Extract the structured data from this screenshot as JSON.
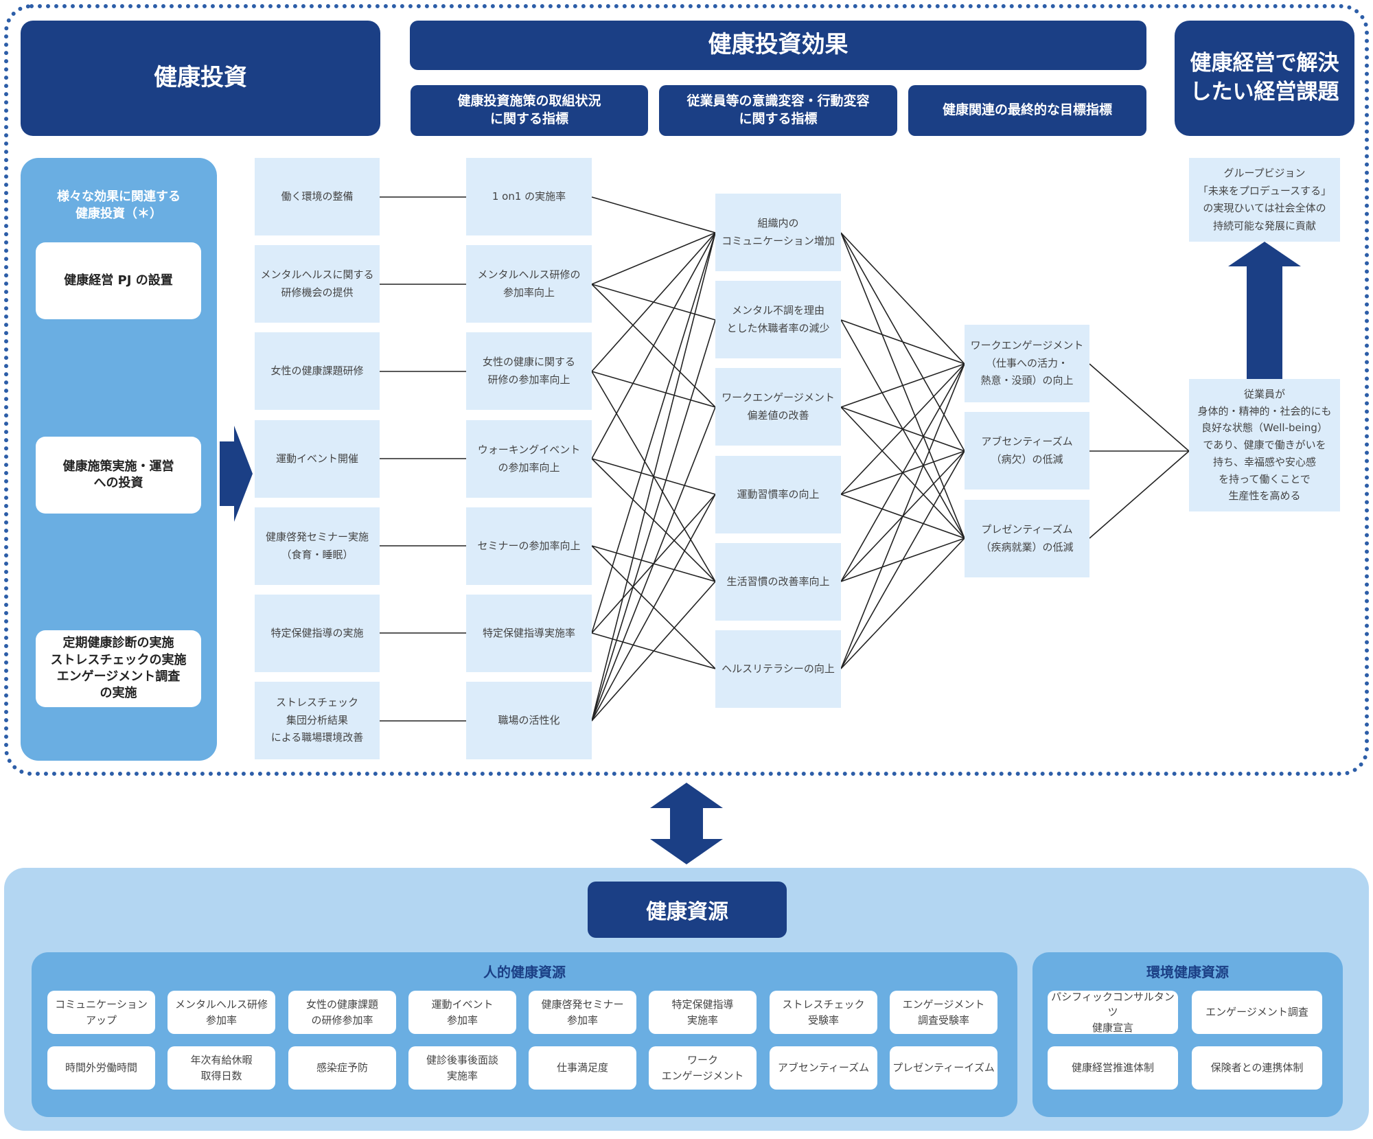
{
  "header": {
    "investment": "健康投資",
    "effect": "健康投資効果",
    "effect_sub": [
      "健康投資施策の取組状況\nに関する指標",
      "従業員等の意識変容・行動変容\nに関する指標",
      "健康関連の最終的な目標指標"
    ],
    "issue": "健康経営で解決\nしたい経営課題"
  },
  "left_panel": {
    "caption": "様々な効果に関連する\n健康投資（＊）",
    "items": [
      "健康経営 PJ の設置",
      "健康施策実施・運営\nへの投資",
      "定期健康診断の実施\nストレスチェックの実施\nエンゲージメント調査\nの実施"
    ]
  },
  "col1": [
    "働く環境の整備",
    "メンタルヘルスに関する\n研修機会の提供",
    "女性の健康課題研修",
    "運動イベント開催",
    "健康啓発セミナー実施\n（食育・睡眠）",
    "特定保健指導の実施",
    "ストレスチェック\n集団分析結果\nによる職場環境改善"
  ],
  "col2": [
    "1 on1 の実施率",
    "メンタルヘルス研修の\n参加率向上",
    "女性の健康に関する\n研修の参加率向上",
    "ウォーキングイベント\nの参加率向上",
    "セミナーの参加率向上",
    "特定保健指導実施率",
    "職場の活性化"
  ],
  "col3": [
    "組織内の\nコミュニケーション増加",
    "メンタル不調を理由\nとした休職者率の減少",
    "ワークエンゲージメント\n偏差値の改善",
    "運動習慣率の向上",
    "生活習慣の改善率向上",
    "ヘルスリテラシーの向上"
  ],
  "col4": [
    "ワークエンゲージメント\n（仕事への活力・\n熱意・没頭）の向上",
    "アブセンティーズム\n（病欠）の低減",
    "プレゼンティーズム\n（疾病就業）の低減"
  ],
  "vision": "グループビジョン\n「未来をプロデュースする」\nの実現ひいては社会全体の\n持続可能な発展に貢献",
  "wellbeing": "従業員が\n身体的・精神的・社会的にも\n良好な状態（Well-being）\nであり、健康で働きがいを\n持ち、幸福感や安心感\nを持って働くことで\n生産性を高める",
  "resources": {
    "title": "健康資源",
    "human": {
      "title": "人的健康資源",
      "items": [
        "コミュニケーション\nアップ",
        "メンタルヘルス研修\n参加率",
        "女性の健康課題\nの研修参加率",
        "運動イベント\n参加率",
        "健康啓発セミナー\n参加率",
        "特定保健指導\n実施率",
        "ストレスチェック\n受験率",
        "エンゲージメント\n調査受験率",
        "時間外労働時間",
        "年次有給休暇\n取得日数",
        "感染症予防",
        "健診後事後面談\n実施率",
        "仕事満足度",
        "ワーク\nエンゲージメント",
        "アブセンティーズム",
        "プレゼンティーイズム"
      ]
    },
    "env": {
      "title": "環境健康資源",
      "items": [
        "パシフィックコンサルタンツ\n健康宣言",
        "エンゲージメント調査",
        "健康経営推進体制",
        "保険者との連携体制"
      ]
    }
  },
  "colors": {
    "dark_blue": "#1b3f85",
    "mid_blue": "#6aaee2",
    "light_cell": "#dcecfa",
    "bottom_bg": "#b3d6f2"
  }
}
